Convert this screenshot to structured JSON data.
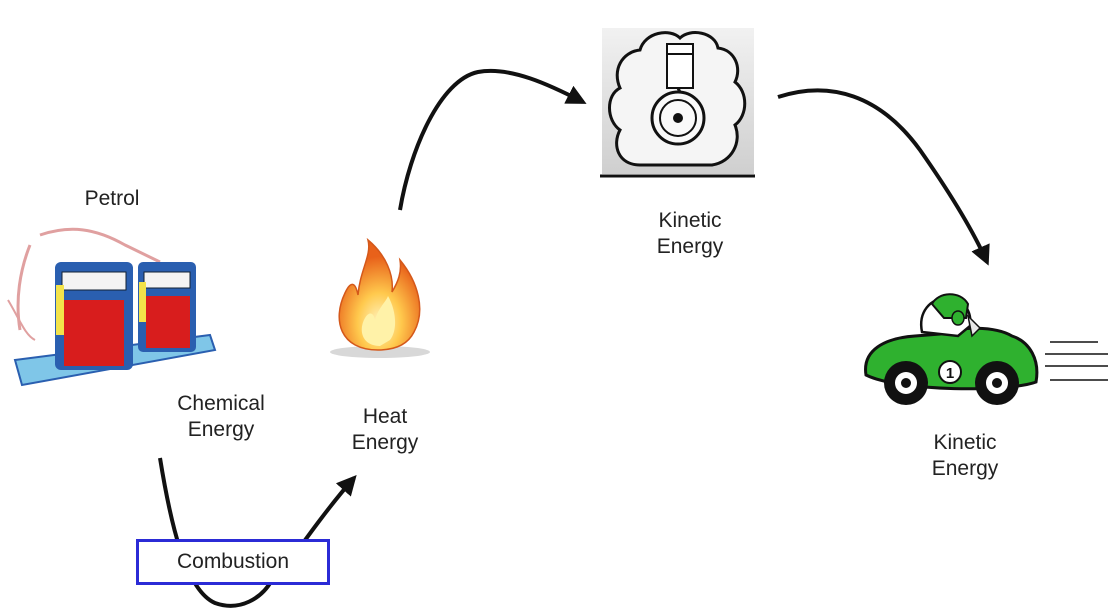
{
  "labels": {
    "petrol": "Petrol",
    "chemical_line1": "Chemical",
    "chemical_line2": "Energy",
    "heat_line1": "Heat",
    "heat_line2": "Energy",
    "kinetic1_line1": "Kinetic",
    "kinetic1_line2": "Energy",
    "kinetic2_line1": "Kinetic",
    "kinetic2_line2": "Energy",
    "car_number": "1"
  },
  "process": {
    "label": "Combustion"
  },
  "colors": {
    "arrow": "#111111",
    "box_border": "#2b2bd6",
    "car_body": "#2fb12f",
    "flame_outer": "#f07a1a",
    "flame_inner": "#ffd36b",
    "pump_red": "#d81d1d",
    "pump_blue": "#2a5fb0",
    "engine_gray": "#c9c9c9"
  },
  "icons": [
    "fuel-pump-icon",
    "flame-icon",
    "engine-icon",
    "race-car-icon"
  ]
}
